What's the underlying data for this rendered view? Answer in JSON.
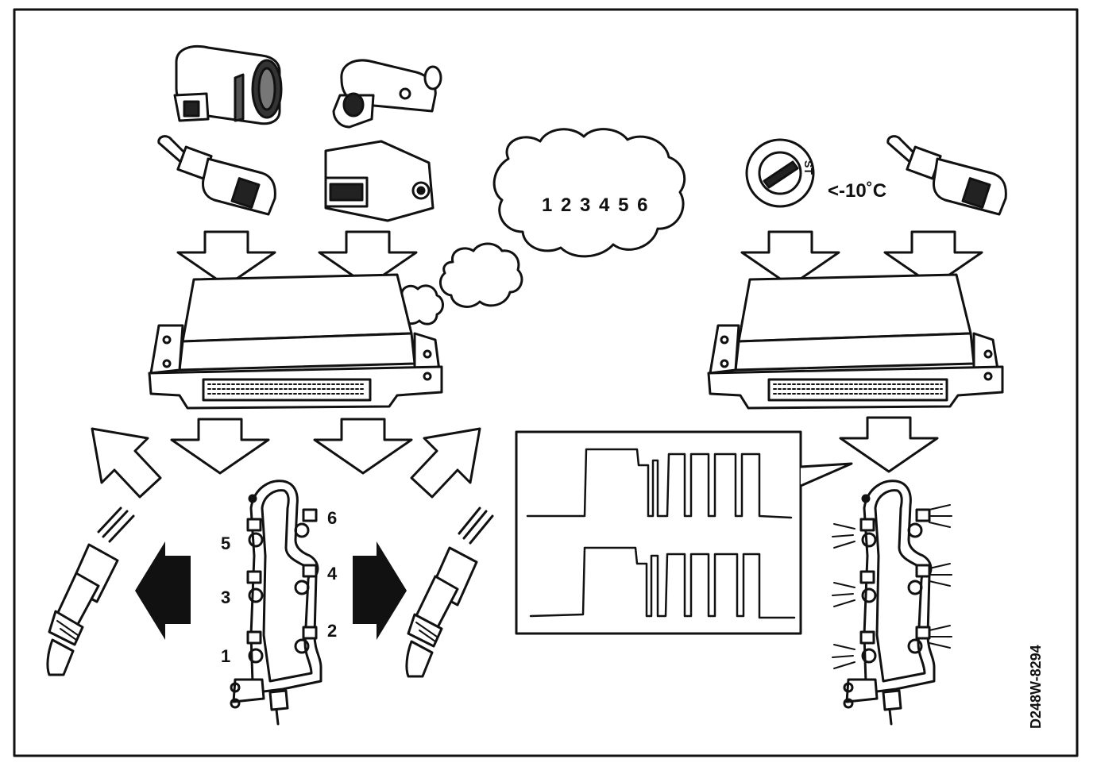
{
  "figure": {
    "cloud_text": "1 2 3 4 5 6",
    "temperature_label": "<-10˚C",
    "ignition_switch_label": "ST",
    "figure_code": "D248W-8294"
  },
  "injector_numbers": {
    "n1": "1",
    "n2": "2",
    "n3": "3",
    "n4": "4",
    "n5": "5",
    "n6": "6"
  },
  "colors": {
    "line": "#111111",
    "background": "#ffffff"
  }
}
